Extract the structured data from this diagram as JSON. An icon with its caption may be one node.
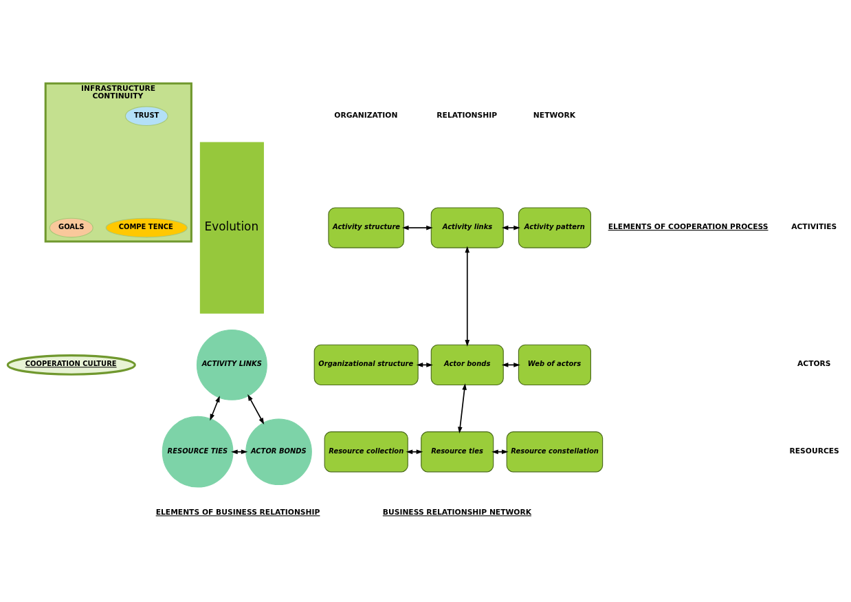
{
  "diagram": {
    "nodes": [
      {
        "text": [
          "INFRASTRUCTURE",
          "CONTINUITY"
        ]
      },
      {
        "text": [
          "TRUST"
        ],
        "in": 0
      },
      {
        "text": [
          "GOALS"
        ],
        "in": 0
      },
      {
        "text": [
          "COMPE TENCE"
        ],
        "in": 0
      },
      {
        "text": [
          "COOPERATION CULTURE"
        ]
      },
      {
        "text": [
          "Evolution"
        ]
      },
      {
        "text": [
          "ACTIVITY LINKS"
        ]
      },
      {
        "text": [
          "RESOURCE TIES"
        ]
      },
      {
        "text": [
          "ACTOR BONDS"
        ]
      },
      {
        "text": [
          "Activity structure"
        ]
      },
      {
        "text": [
          "Activity links"
        ]
      },
      {
        "text": [
          "Activity pattern"
        ]
      },
      {
        "text": [
          "Organizational structure"
        ]
      },
      {
        "text": [
          "Actor bonds"
        ]
      },
      {
        "text": [
          "Web of actors"
        ]
      },
      {
        "text": [
          "Resource collection"
        ]
      },
      {
        "text": [
          "Resource ties"
        ]
      },
      {
        "text": [
          "Resource constellation"
        ]
      }
    ],
    "edges": [
      {
        "from": 6,
        "to": 7,
        "arrow": "both"
      },
      {
        "from": 6,
        "to": 8,
        "arrow": "both"
      },
      {
        "from": 7,
        "to": 8,
        "arrow": "both"
      },
      {
        "from": 9,
        "to": 10,
        "arrow": "both"
      },
      {
        "from": 10,
        "to": 11,
        "arrow": "both"
      },
      {
        "from": 10,
        "to": 13,
        "arrow": "both"
      },
      {
        "from": 12,
        "to": 13,
        "arrow": "both"
      },
      {
        "from": 13,
        "to": 14,
        "arrow": "both"
      },
      {
        "from": 13,
        "to": 16,
        "arrow": "both"
      },
      {
        "from": 15,
        "to": 16,
        "arrow": "both"
      },
      {
        "from": 16,
        "to": 17,
        "arrow": "both"
      }
    ],
    "labels": [
      "ELEMENTS OF COOPERATION PROCESS",
      "ORGANIZATION",
      "RELATIONSHIP",
      "NETWORK",
      "ACTIVITIES",
      "ACTORS",
      "RESOURCES",
      "BUSINESS RELATIONSHIP NETWORK",
      "ELEMENTS OF BUSINESS RELATIONSHIP"
    ]
  }
}
